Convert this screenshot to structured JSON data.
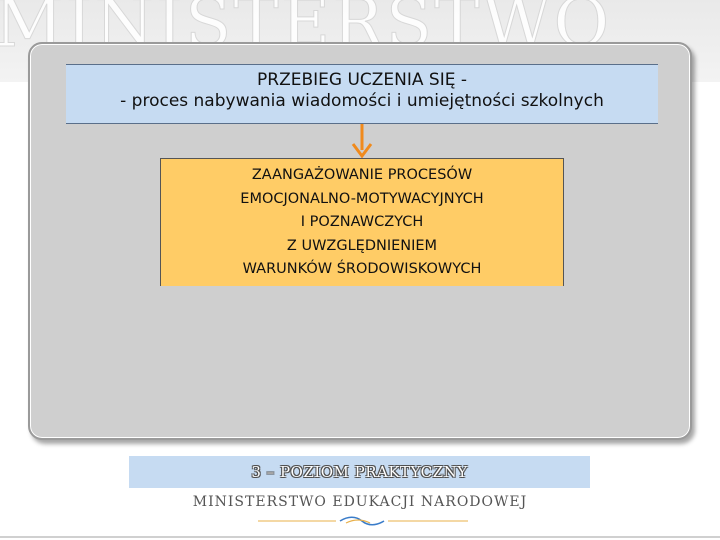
{
  "watermark": {
    "text": "MINISTERSTWO"
  },
  "title": {
    "line1": "PRZEBIEG UCZENIA SIĘ -",
    "line2": "- proces nabywania wiadomości i umiejętności szkolnych"
  },
  "orange_box": {
    "lines": [
      "ZAANGAŻOWANIE PROCESÓW",
      "EMOCJONALNO-MOTYWACYJNYCH",
      "I POZNAWCZYCH",
      "Z UWZGLĘDNIENIEM",
      "WARUNKÓW ŚRODOWISKOWYCH"
    ]
  },
  "level": {
    "label": "3 – POZIOM PRAKTYCZNY"
  },
  "footer": {
    "ministry": "MINISTERSTWO EDUKACJI NARODOWEJ"
  },
  "colors": {
    "title_fill": "#c6dbf2",
    "orange_fill": "#ffcc66",
    "arrow": "#f08a1c",
    "panel": "#cfcfcf",
    "logo_accent": "#3a7cc9"
  },
  "icons": {
    "arrow": "down-arrow-icon",
    "logo": "ministry-logo-icon"
  }
}
